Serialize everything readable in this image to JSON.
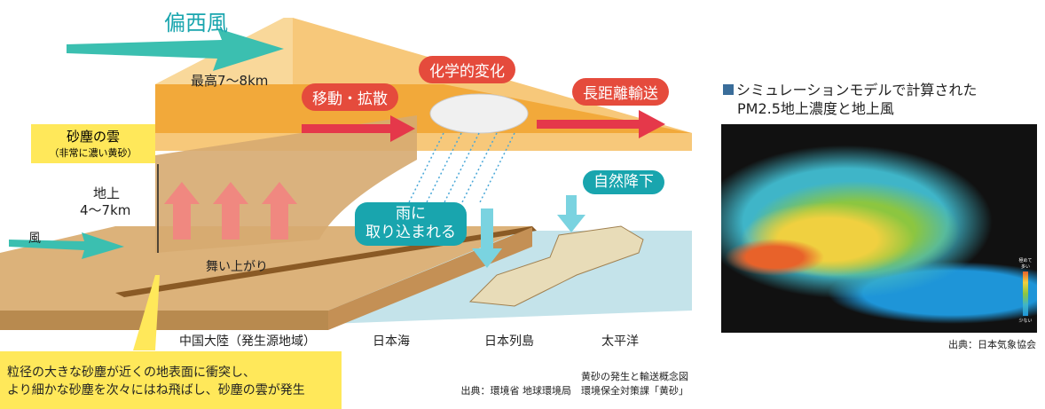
{
  "diagram": {
    "westerlies": "偏西風",
    "max_height": "最高7〜8km",
    "move_spread": "移動・拡散",
    "chemical_change": "化学的変化",
    "long_range": "長距離輸送",
    "dust_cloud": "砂塵の雲",
    "dust_cloud_note": "（非常に濃い黄砂）",
    "ground_height_1": "地上",
    "ground_height_2": "4〜7km",
    "wind": "風",
    "rise_up": "舞い上がり",
    "rain_1": "雨に",
    "rain_2": "取り込まれる",
    "natural_fall": "自然降下",
    "regions": [
      "中国大陸（発生源地域）",
      "日本海",
      "日本列島",
      "太平洋"
    ],
    "note_1": "粒径の大きな砂塵が近くの地表面に衝突し、",
    "note_2": "より細かな砂塵を次々にはね飛ばし、砂塵の雲が発生",
    "caption": "黄砂の発生と輸送概念図",
    "source": "出典：環境省 地球環境局　環境保全対策課「黄砂」"
  },
  "map_panel": {
    "title_1": "シミュレーションモデルで計算された",
    "title_2": "PM2.5地上濃度と地上風",
    "legend_high": "極めて多い",
    "legend_low": "少ない",
    "source": "出典：日本気象協会"
  },
  "colors": {
    "teal": "#19a5ae",
    "red": "#e54b3c",
    "orange": "#f5b14a",
    "yellow": "#ffe85a",
    "sea": "#c4e3ea"
  }
}
